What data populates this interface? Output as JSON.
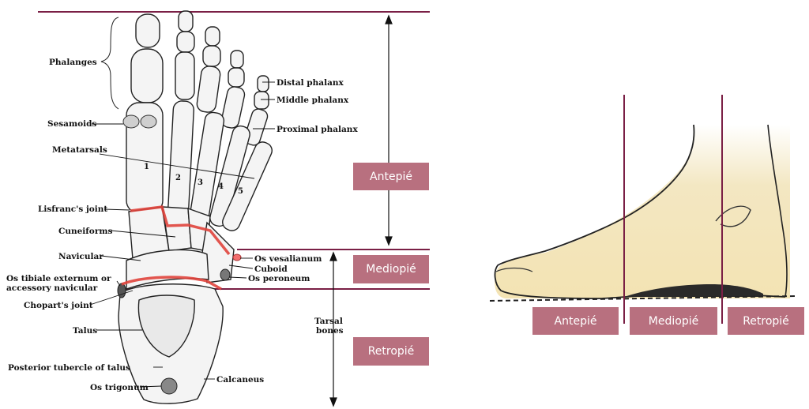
{
  "anatomy": {
    "phalanges": "Phalanges",
    "distal_phalanx": "Distal phalanx",
    "middle_phalanx": "Middle phalanx",
    "proximal_phalanx": "Proximal phalanx",
    "sesamoids": "Sesamoids",
    "metatarsals": "Metatarsals",
    "lisfranc": "Lisfranc's joint",
    "cuneiforms": "Cuneiforms",
    "navicular": "Navicular",
    "os_vesalianum": "Os vesalianum",
    "cuboid": "Cuboid",
    "os_tibiale_1": "Os tibiale externum or",
    "os_tibiale_2": "accessory navicular",
    "os_peroneum": "Os peroneum",
    "chopart": "Chopart's joint",
    "talus": "Talus",
    "tarsal_1": "Tarsal",
    "tarsal_2": "bones",
    "posterior_tubercle": "Posterior tubercle of talus",
    "calcaneus": "Calcaneus",
    "os_trigonum": "Os trigonum",
    "metatarsal_numbers": [
      "1",
      "2",
      "3",
      "4",
      "5"
    ]
  },
  "regions_left": {
    "antepie": "Antepié",
    "mediopie": "Mediopié",
    "retropie": "Retropié"
  },
  "regions_right": {
    "antepie": "Antepié",
    "mediopie": "Mediopié",
    "retropie": "Retropié"
  },
  "colors": {
    "region_box": "#b8707f",
    "divider_line": "#7a1f45",
    "joint_line": "#e0443c",
    "foot_skin": "#f3e7c2"
  }
}
